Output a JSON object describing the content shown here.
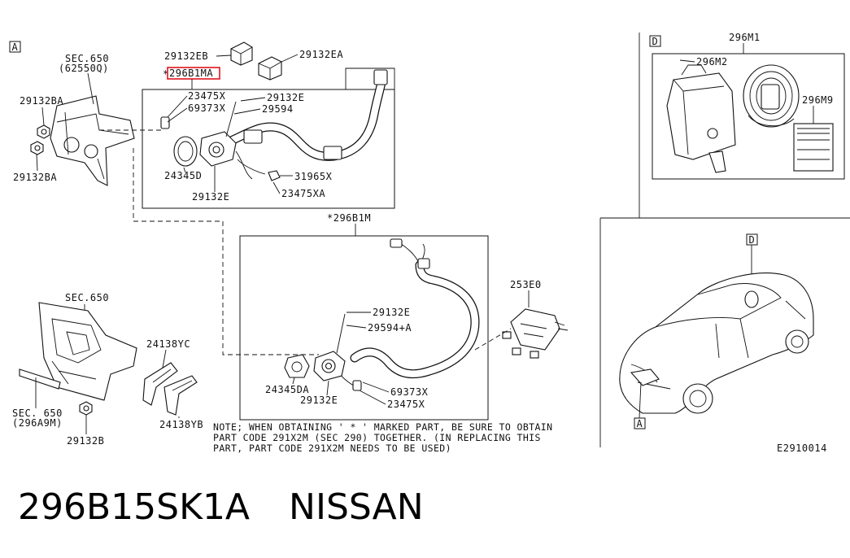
{
  "diagram": {
    "view_markers": {
      "a": "A",
      "d": "D"
    },
    "left_panel": {
      "sec_650_top": "SEC.650",
      "sec_650_top_code": "(62550Q)",
      "bolt_upper": "29132BA",
      "bolt_lower": "29132BA",
      "sec_650_mid": "SEC.650",
      "sec_650_bottom": "SEC. 650",
      "sec_650_bottom_code": "(296A9M)",
      "bolt_bottom": "29132B",
      "bracket_yc": "24138YC",
      "bracket_yb": "24138YB"
    },
    "top_assembly": {
      "clip_eb": "29132EB",
      "clip_ea": "29132EA",
      "highlighted_part": "296B1MA",
      "star": "*",
      "label_23475x": "23475X",
      "label_69373x": "69373X",
      "label_29132e_a": "29132E",
      "label_29594": "29594",
      "label_24345d": "24345D",
      "label_29132e_b": "29132E",
      "label_31965x": "31965X",
      "label_23475xa": "23475XA"
    },
    "bottom_assembly": {
      "title": "*296B1M",
      "label_29132e_a": "29132E",
      "label_29594a": "29594+A",
      "label_24345da": "24345DA",
      "label_29132e_b": "29132E",
      "label_69373x": "69373X",
      "label_23475x": "23475X",
      "label_253e0": "253E0"
    },
    "kit_panel": {
      "label_296m1": "296M1",
      "label_296m2": "296M2",
      "label_296m9": "296M9"
    },
    "note_lines": [
      "NOTE; WHEN OBTAINING ' * ' MARKED PART, BE SURE TO OBTAIN",
      "PART CODE 291X2M (SEC 290) TOGETHER. (IN REPLACING THIS",
      "PART, PART CODE 291X2M NEEDS TO BE USED)"
    ],
    "figure_code": "E2910014"
  },
  "footer": {
    "part_number": "296B15SK1A",
    "brand": "NISSAN"
  }
}
